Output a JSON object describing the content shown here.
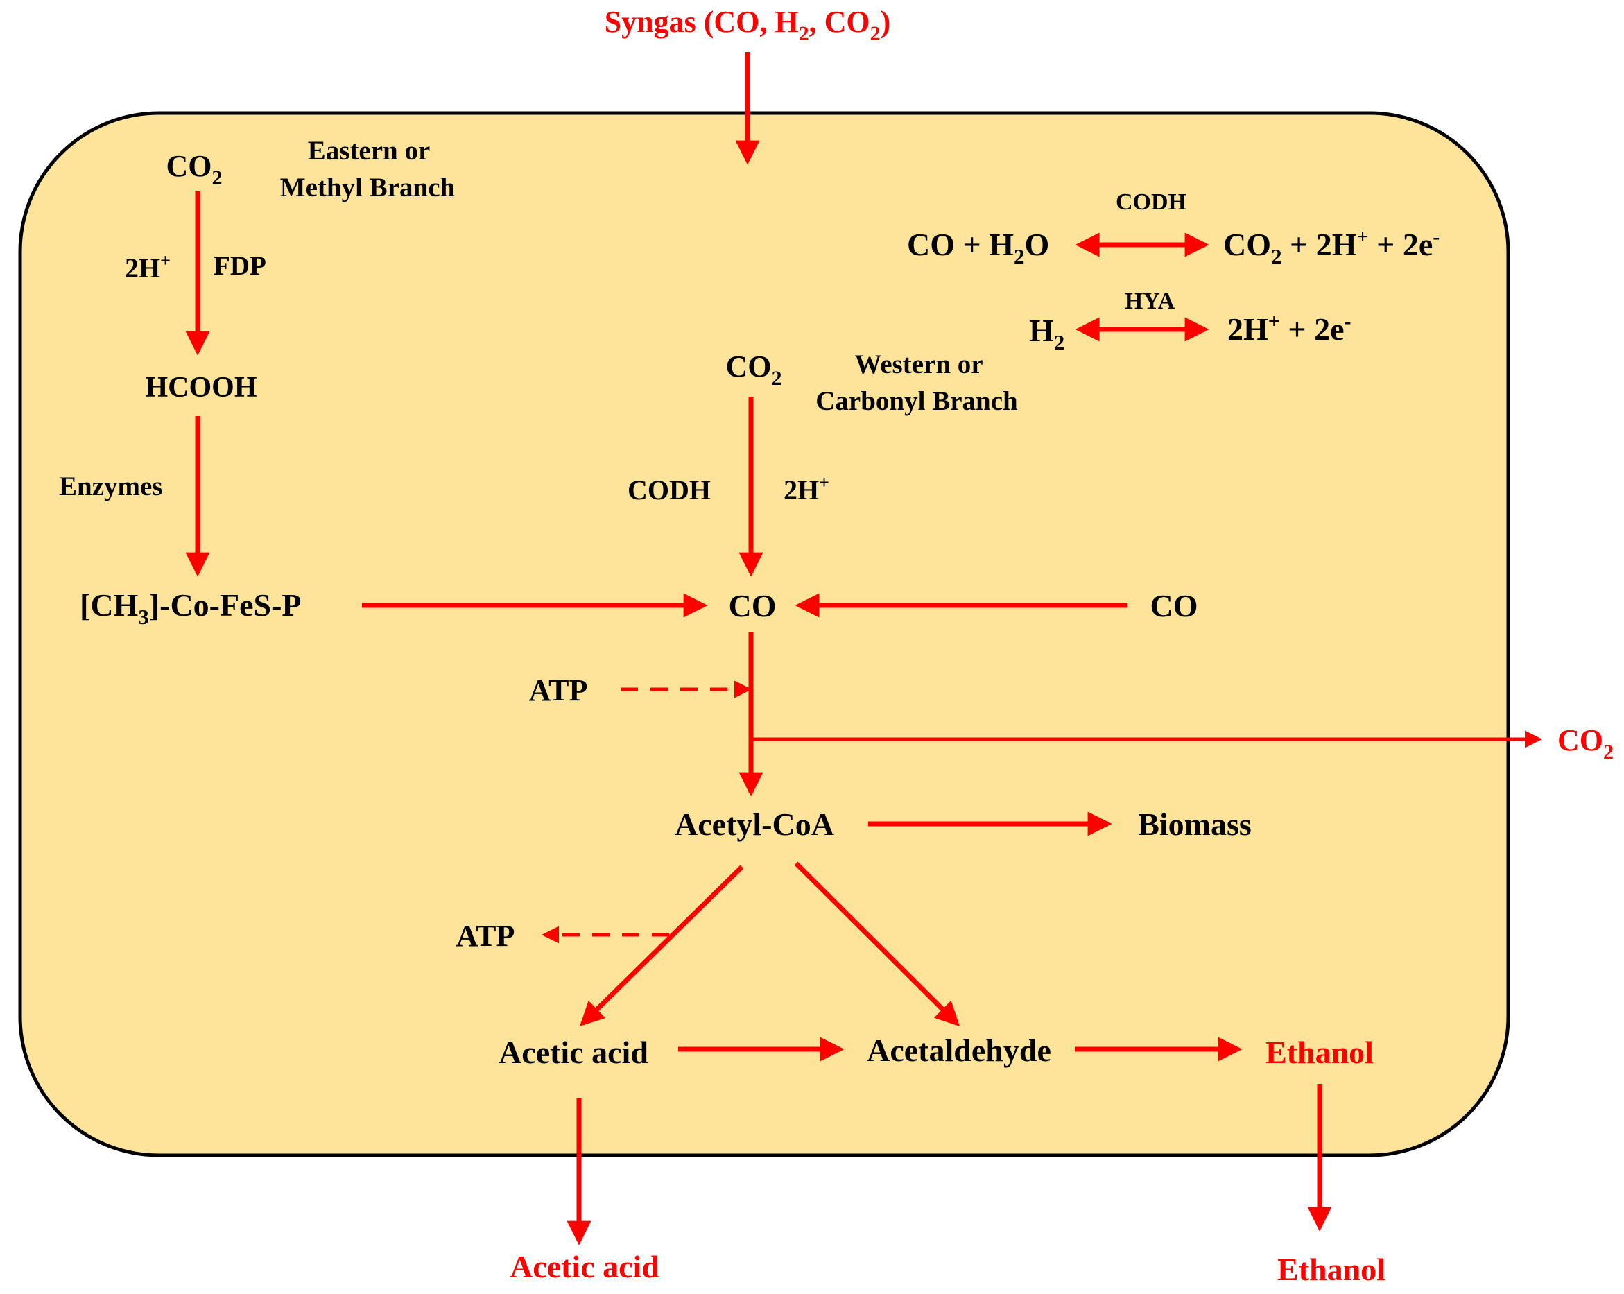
{
  "colors": {
    "cell_fill": "#fde49a",
    "cell_stroke": "#000000",
    "arrow": "#ff0000",
    "text_main": "#000000",
    "text_highlight": "#ff0000"
  },
  "labels": {
    "syngas": {
      "main": "Syngas (CO, H",
      "sub1": "2",
      "mid": ", CO",
      "sub2": "2",
      "end": ")"
    },
    "eastern_co2": {
      "main": "CO",
      "sub": "2"
    },
    "eastern_title_1": "Eastern or",
    "eastern_title_2": "Methyl  Branch",
    "eastern_2h": {
      "main": "2H",
      "sup": "+"
    },
    "fdp": "FDP",
    "hcooh": "HCOOH",
    "enzymes": "Enzymes",
    "ch3_complex": {
      "pre": "[CH",
      "sub": "3",
      "post": "]-Co-FeS-P"
    },
    "codh_top": "CODH",
    "reaction1_left": {
      "a": "CO + H",
      "sub": "2",
      "b": "O"
    },
    "reaction1_right": {
      "a": "CO",
      "sub": "2",
      "b": " + 2H",
      "sup1": "+",
      "c": " + 2e",
      "sup2": "-"
    },
    "hya": "HYA",
    "reaction2_left": {
      "a": "H",
      "sub": "2"
    },
    "reaction2_right": {
      "a": "2H",
      "sup1": "+",
      "b": " + 2e",
      "sup2": "-"
    },
    "western_co2": {
      "main": "CO",
      "sub": "2"
    },
    "western_title_1": "Western or",
    "western_title_2": "Carbonyl Branch",
    "codh_mid": "CODH",
    "western_2h": {
      "main": "2H",
      "sup": "+"
    },
    "co_center": "CO",
    "co_right": "CO",
    "atp_in": "ATP",
    "co2_out": {
      "main": "CO",
      "sub": "2"
    },
    "acetyl_coa": "Acetyl-CoA",
    "biomass": "Biomass",
    "atp_out": "ATP",
    "acetic_acid": "Acetic acid",
    "acetaldehyde": "Acetaldehyde",
    "ethanol_inside": "Ethanol",
    "acetic_acid_out": "Acetic acid",
    "ethanol_out": "Ethanol"
  }
}
